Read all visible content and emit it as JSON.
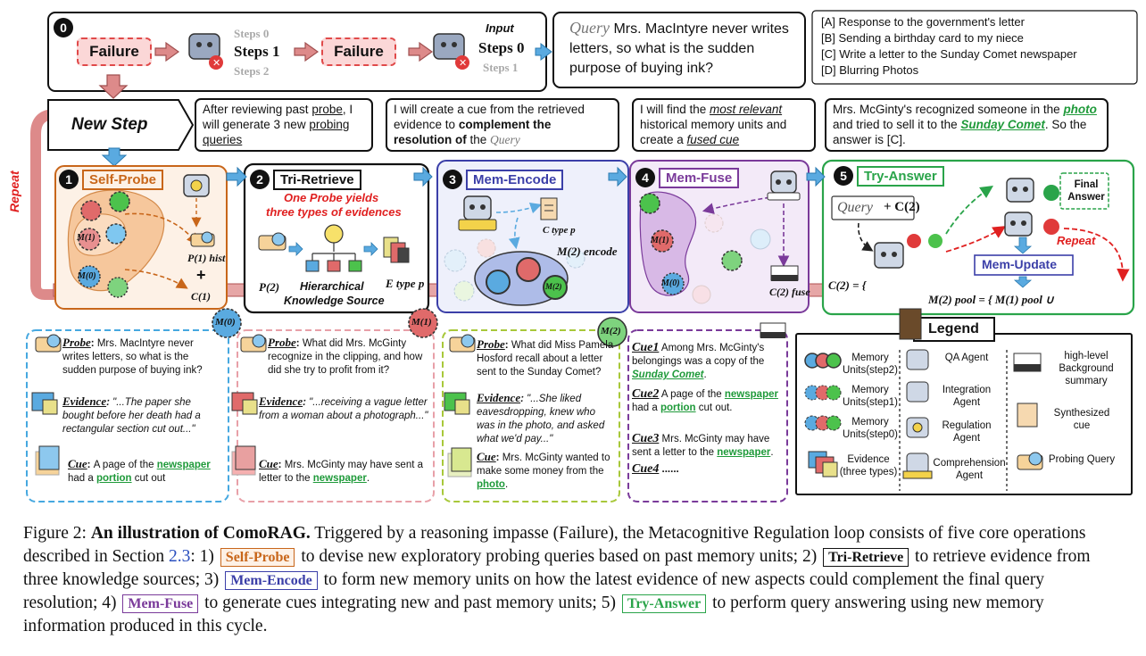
{
  "top": {
    "step0": "0",
    "failure_a": "Failure",
    "failure_b": "Failure",
    "steps0_faded": "Steps 0",
    "steps1": "Steps 1",
    "steps2_faded": "Steps 2",
    "input_label": "Input",
    "steps0_main": "Steps 0",
    "steps1_faded": "Steps 1",
    "query_word": "Query",
    "query_text": "Mrs. MacIntyre never writes letters, so what is the sudden purpose of buying ink?",
    "options": [
      "[A] Response to the government's letter",
      "[B] Sending a birthday card to my niece",
      "[C] Write a letter to the Sunday Comet newspaper",
      "[D] Blurring Photos"
    ]
  },
  "new_step": "New Step",
  "repeat_left": "Repeat",
  "bubbles": {
    "b1_pre": "After reviewing past ",
    "b1_probe": "probe",
    "b1_mid": ", I will generate 3 new ",
    "b1_probing": "probing queries",
    "b2_pre": "I will create a cue from the retrieved evidence to ",
    "b2_bold": "complement the resolution of",
    "b2_the": " the ",
    "b2_query": "Query",
    "b3_pre": "I will find the ",
    "b3_rel": "most relevant",
    "b3_mid": " historical memory units and create a ",
    "b3_fused": "fused cue",
    "b4_pre": "Mrs. McGinty's recognized someone in the ",
    "b4_photo": "photo",
    "b4_mid": " and tried to sell it to the ",
    "b4_comet": "Sunday Comet",
    "b4_end": ". So the answer is [C]."
  },
  "steps": [
    {
      "num": "1",
      "title": "Self-Probe",
      "color": "#c8661a",
      "fill": "#fdf1e6"
    },
    {
      "num": "2",
      "title": "Tri-Retrieve",
      "color": "#111111",
      "fill": "#ffffff"
    },
    {
      "num": "3",
      "title": "Mem-Encode",
      "color": "#3b3fa8",
      "fill": "#eef0fb"
    },
    {
      "num": "4",
      "title": "Mem-Fuse",
      "color": "#7a3a9a",
      "fill": "#f3eaf8"
    },
    {
      "num": "5",
      "title": "Try-Answer",
      "color": "#2aa44a",
      "fill": "#ffffff"
    }
  ],
  "step1": {
    "m1": "M(1)",
    "m0": "M(0)",
    "p_hist": "P(1) hist",
    "plus": "+",
    "c1": "C(1)"
  },
  "step2": {
    "sub1": "One Probe yields",
    "sub2": "three types of evidences",
    "p2": "P(2)",
    "src1": "Hierarchical",
    "src2": "Knowledge Source",
    "ev": "E type p"
  },
  "step3": {
    "c_type": "C type p",
    "m_encode": "M(2) encode",
    "m2": "M(2)"
  },
  "step4": {
    "m1": "M(1)",
    "m0": "M(0)",
    "c_fuse": "C(2) fuse"
  },
  "step5": {
    "query": "Query",
    "plus_c2": "+ C(2)",
    "final": "Final Answer",
    "repeat": "Repeat",
    "mem_update": "Mem-Update",
    "c2_eq": "C(2) = {",
    "mpool_eq": "M(2) pool = { M(1) pool ∪"
  },
  "panels": [
    {
      "badge": "M(0)",
      "probe_label": "Probe",
      "probe": "Mrs. MacIntyre never writes letters, so what is the sudden purpose of buying ink?",
      "ev_label": "Evidence",
      "evidence": "\"...The paper she bought before her death had a rectangular section cut out...\"",
      "cue_label": "Cue",
      "cue_pre": "A page of the ",
      "cue_k1": "newspaper",
      "cue_mid": " had a ",
      "cue_k2": "portion",
      "cue_end": " cut out"
    },
    {
      "badge": "M(1)",
      "probe_label": "Probe",
      "probe": "What did Mrs. McGinty recognize in the clipping, and how did she try to profit from it?",
      "ev_label": "Evidence",
      "evidence": "\"...receiving a vague letter from a woman about a photograph...\"",
      "cue_label": "Cue",
      "cue_pre": "Mrs. McGinty may have sent a letter to the ",
      "cue_k1": "newspaper",
      "cue_end": "."
    },
    {
      "badge": "M(2)",
      "probe_label": "Probe",
      "probe": "What did Miss Pamela Hosford recall about a letter sent to the Sunday Comet?",
      "ev_label": "Evidence",
      "evidence": "\"...She liked eavesdropping, knew who was in the photo, and asked what we'd pay...\"",
      "cue_label": "Cue",
      "cue_pre": "Mrs. McGinty wanted to make some money from the ",
      "cue_k1": "photo",
      "cue_end": "."
    }
  ],
  "cues": {
    "c1_label": "Cue1",
    "c1_pre": "Among Mrs. McGinty's belongings was a copy of the ",
    "c1_k": "Sunday Comet",
    "c1_end": ".",
    "c2_label": "Cue2",
    "c2_pre": "A page of the ",
    "c2_k1": "newspaper",
    "c2_mid": " had a ",
    "c2_k2": "portion",
    "c2_end": " cut out.",
    "c3_label": "Cue3",
    "c3_pre": "Mrs. McGinty may have sent a letter to the ",
    "c3_k": "newspaper",
    "c3_end": ".",
    "c4_label": "Cue4",
    "c4_dots": "......"
  },
  "legend": {
    "title": "Legend",
    "mu2": "Memory Units(step2)",
    "mu1": "Memory Units(step1)",
    "mu0": "Memory Units(step0)",
    "evid": "Evidence (three types)",
    "qa": "QA Agent",
    "integ": "Integration Agent",
    "regul": "Regulation Agent",
    "compr": "Comprehension Agent",
    "hist": "high-level Background summary",
    "synth": "Synthesized cue",
    "probq": "Probing Query",
    "history_icon": "HISTORY"
  },
  "caption": {
    "fig": "Figure 2: ",
    "title": "An illustration of ComoRAG.",
    "p1": " Triggered by a reasoning impasse (Failure), the Metacognitive Regulation loop consists of five core operations described in Section ",
    "sec": "2.3",
    "p2": ": 1) ",
    "t1": "Self-Probe",
    "p3": " to devise new exploratory probing queries based on past memory units; 2) ",
    "t2": "Tri-Retrieve",
    "p4": " to retrieve evidence from three knowledge sources; 3) ",
    "t3": "Mem-Encode",
    "p5": " to form new memory units on how the latest evidence of new aspects could complement the final query resolution; 4) ",
    "t4": "Mem-Fuse",
    "p6": " to generate cues integrating new and past memory units; 5) ",
    "t5": "Try-Answer",
    "p7": " to perform query answering using new memory information produced in this cycle."
  }
}
